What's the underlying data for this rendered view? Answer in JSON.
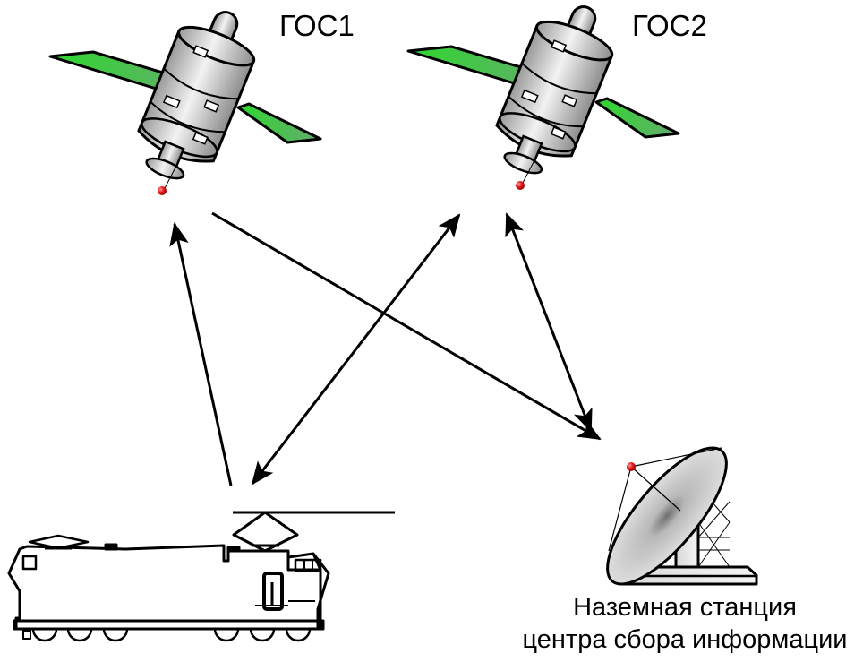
{
  "satellites": [
    {
      "label": "ГОС1"
    },
    {
      "label": "ГОС2"
    }
  ],
  "ground_station": {
    "label_line1": "Наземная станция",
    "label_line2": "центра сбора информации"
  },
  "colors": {
    "panel": "#33cc33",
    "panel_shade": "#5fa86a",
    "body": "#d0d0d0",
    "beacon": "#e02020",
    "line": "#000000"
  },
  "links": [
    {
      "from": "locomotive",
      "to": "ГОС1",
      "direction": "one-way"
    },
    {
      "from": "ГОС1",
      "to": "ground_station",
      "direction": "one-way"
    },
    {
      "from": "locomotive",
      "to": "ГОС2",
      "direction": "two-way"
    },
    {
      "from": "ГОС2",
      "to": "ground_station",
      "direction": "two-way"
    }
  ]
}
